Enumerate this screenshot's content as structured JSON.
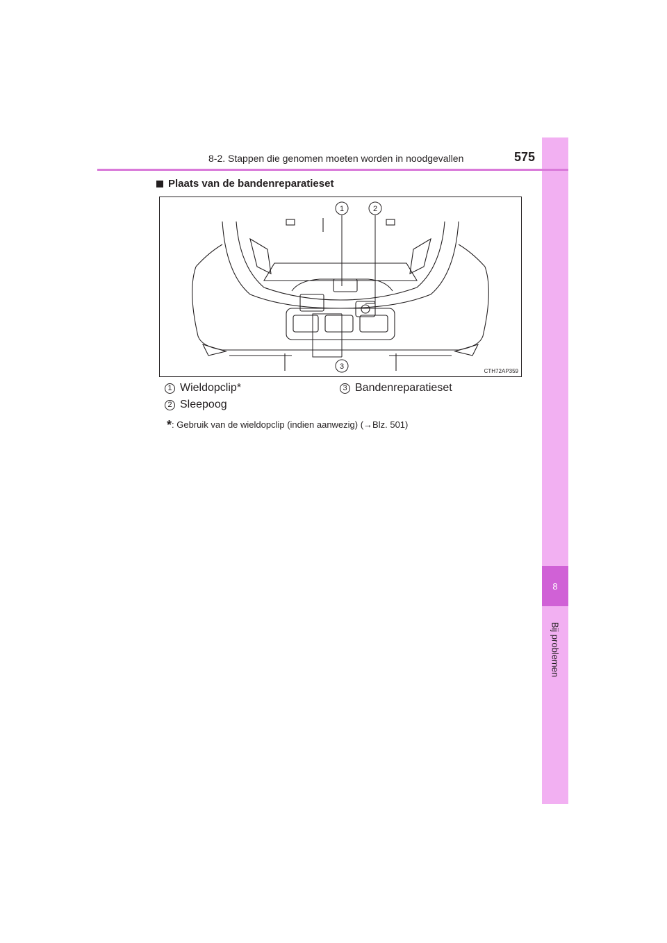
{
  "header": {
    "section_title": "8-2. Stappen die genomen moeten worden in noodgevallen",
    "page_number": "575"
  },
  "sidebar": {
    "chapter_number": "8",
    "chapter_title": "Bij problemen"
  },
  "section": {
    "heading": "Plaats van de bandenreparatieset",
    "bullet_icon": "square-bullet-icon"
  },
  "figure": {
    "image_code": "CTH72AP359",
    "callouts": [
      "1",
      "2",
      "3"
    ]
  },
  "legend": [
    {
      "number": "1",
      "label": "Wieldopclip*"
    },
    {
      "number": "2",
      "label": "Sleepoog"
    },
    {
      "number": "3",
      "label": "Bandenreparatieset"
    }
  ],
  "footnote": {
    "marker": "*",
    "text": ": Gebruik van de wieldopclip (indien aanwezig) (→Blz. 501)"
  },
  "colors": {
    "sidebar": "#f2b0f2",
    "chapter_tab": "#d061d6",
    "header_rule": "#d979d9"
  }
}
